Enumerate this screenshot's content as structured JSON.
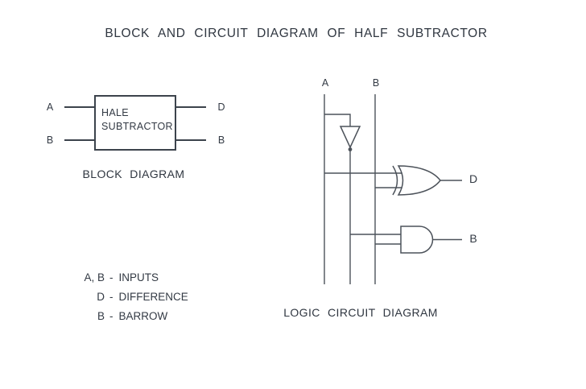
{
  "title": "BLOCK AND CIRCUIT DIAGRAM OF HALF SUBTRACTOR",
  "block_diagram": {
    "caption": "BLOCK DIAGRAM",
    "box": {
      "line1": "HALE",
      "line2": "SUBTRACTOR"
    },
    "inputs": {
      "a": "A",
      "b": "B"
    },
    "outputs": {
      "d": "D",
      "b": "B"
    }
  },
  "legend": {
    "rows": [
      {
        "key": "A, B",
        "dash": "-",
        "value": "INPUTS"
      },
      {
        "key": "D",
        "dash": "-",
        "value": "DIFFERENCE"
      },
      {
        "key": "B",
        "dash": "-",
        "value": "BARROW"
      }
    ]
  },
  "logic_circuit": {
    "caption": "LOGIC CIRCUIT DIAGRAM",
    "inputs": {
      "a": "A",
      "b": "B"
    },
    "outputs": {
      "d": "D",
      "b": "B"
    }
  },
  "colors": {
    "background": "#ffffff",
    "ink": "#333a44",
    "wire": "#4c525a",
    "block_line": "#3c434c"
  }
}
